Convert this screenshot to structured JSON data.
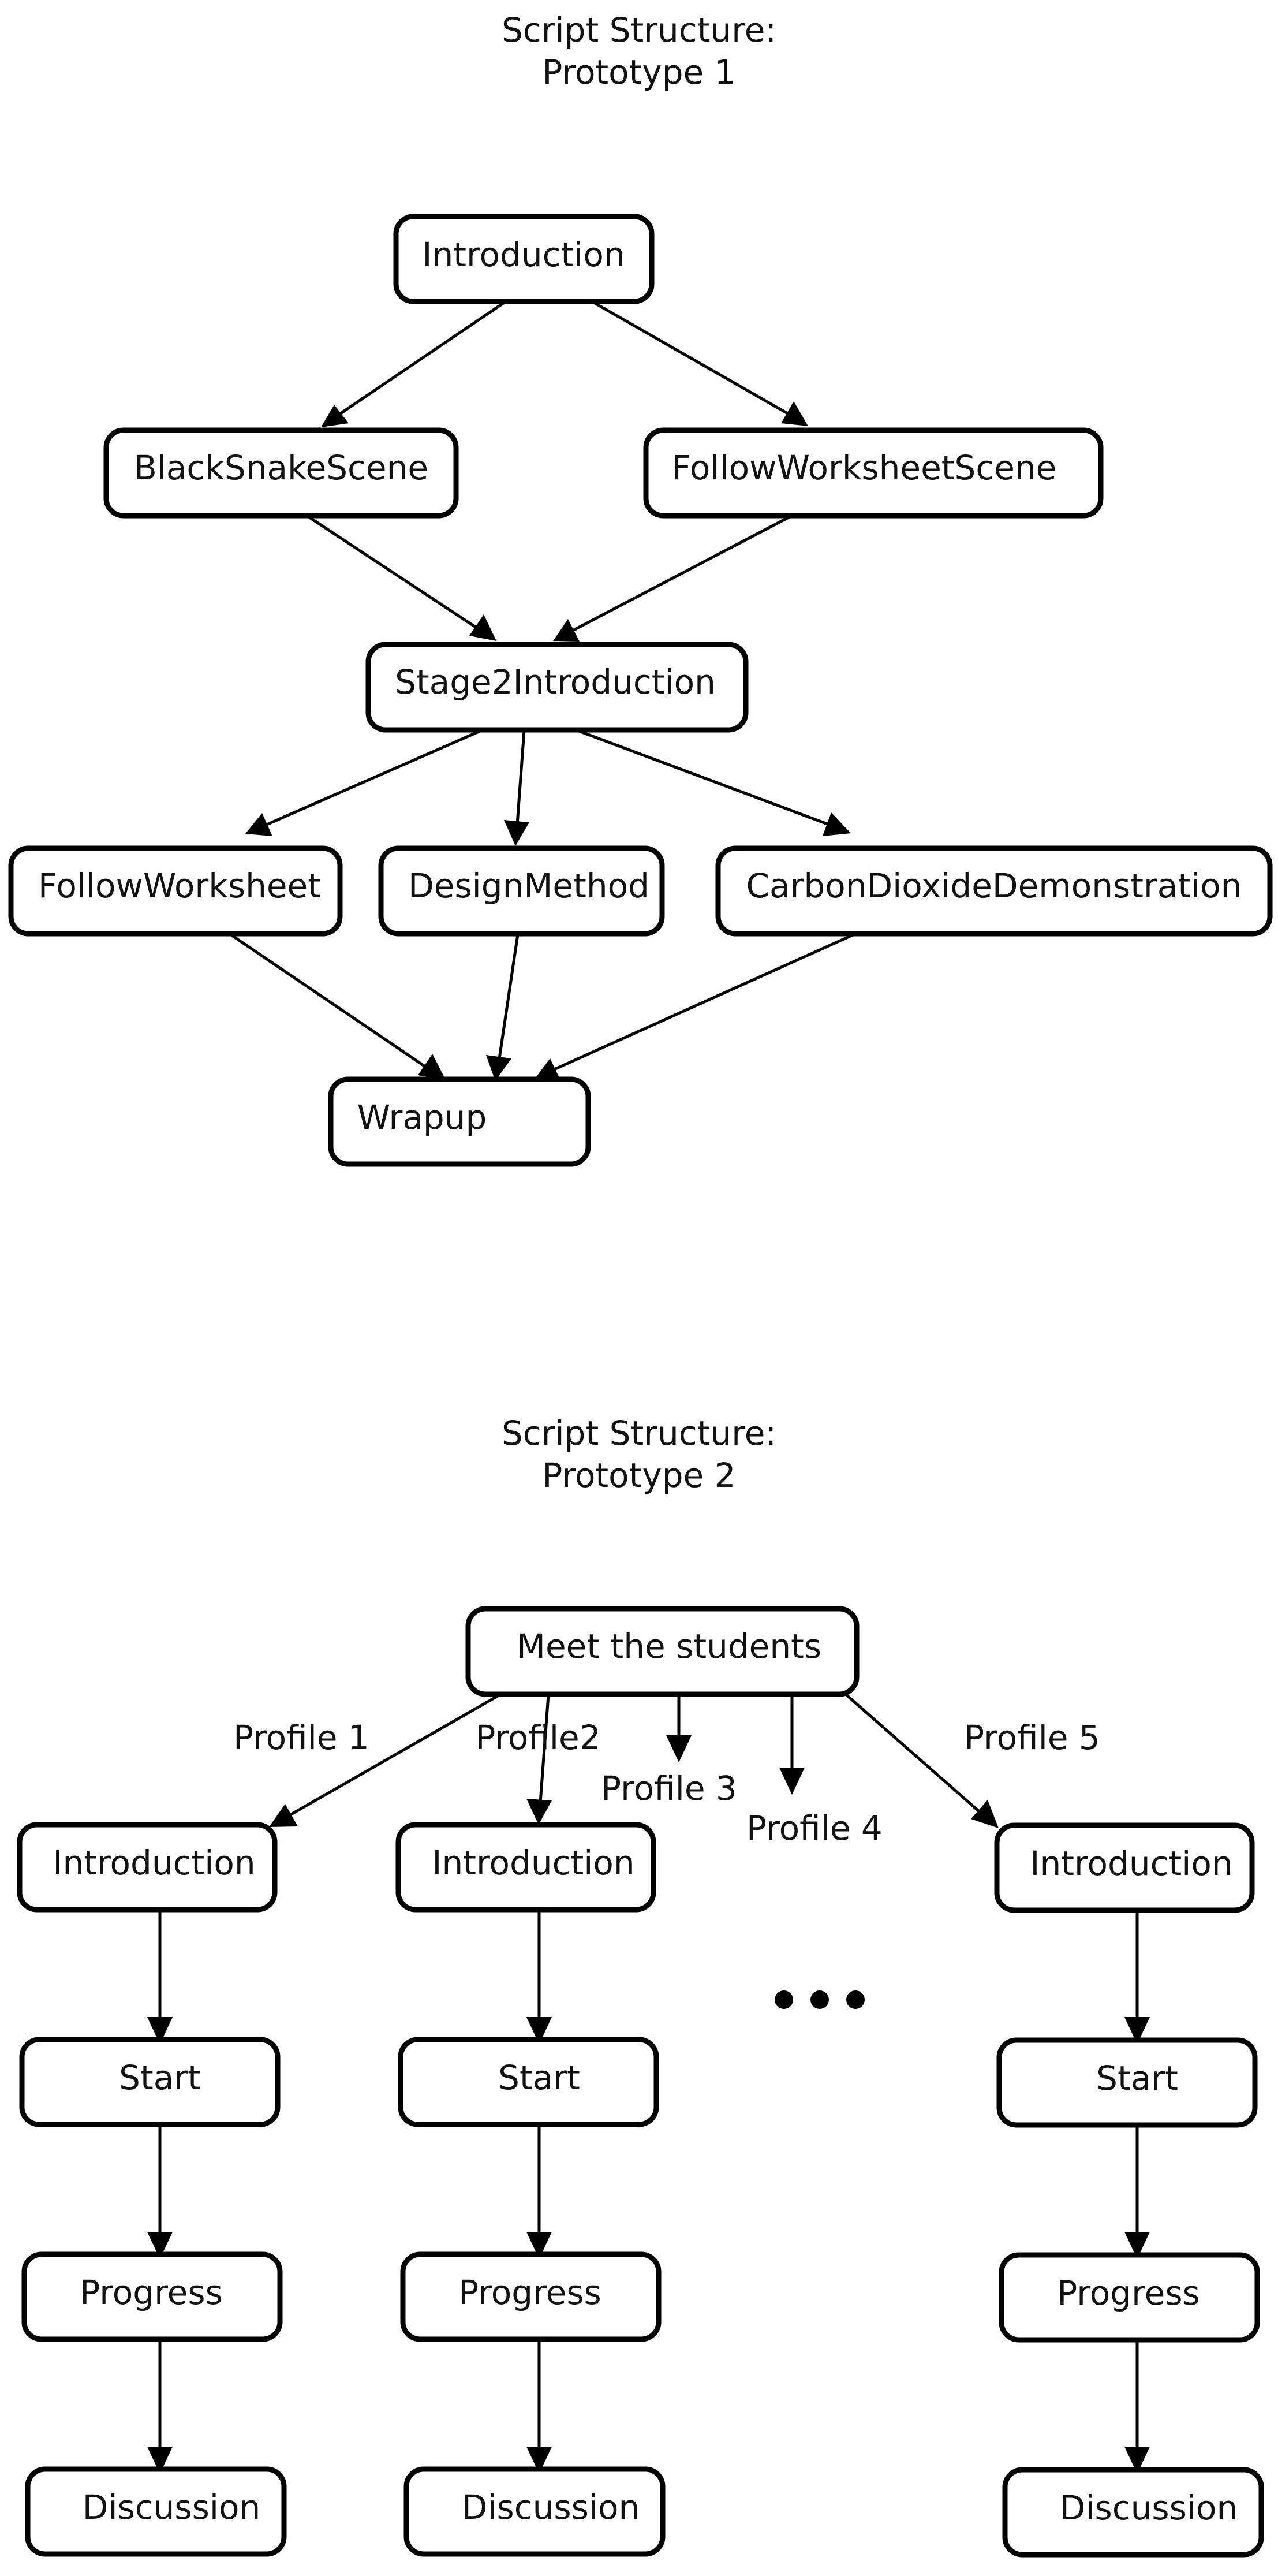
{
  "prototype1": {
    "title_line1": "Script Structure:",
    "title_line2": "Prototype 1",
    "nodes": {
      "introduction": "Introduction",
      "black_snake_scene": "BlackSnakeScene",
      "follow_worksheet_scene": "FollowWorksheetScene",
      "stage2_introduction": "Stage2Introduction",
      "follow_worksheet": "FollowWorksheet",
      "design_method": "DesignMethod",
      "carbon_dioxide_demonstration": "CarbonDioxideDemonstration",
      "wrapup": "Wrapup"
    }
  },
  "prototype2": {
    "title_line1": "Script Structure:",
    "title_line2": "Prototype 2",
    "root": "Meet the students",
    "edge_labels": {
      "profile1": "Profile 1",
      "profile2": "Profile2",
      "profile3": "Profile 3",
      "profile4": "Profile 4",
      "profile5": "Profile 5"
    },
    "columns": [
      {
        "introduction": "Introduction",
        "start": "Start",
        "progress": "Progress",
        "discussion": "Discussion"
      },
      {
        "introduction": "Introduction",
        "start": "Start",
        "progress": "Progress",
        "discussion": "Discussion"
      },
      {
        "introduction": "Introduction",
        "start": "Start",
        "progress": "Progress",
        "discussion": "Discussion"
      }
    ],
    "ellipsis": "ellipsis-dots"
  }
}
